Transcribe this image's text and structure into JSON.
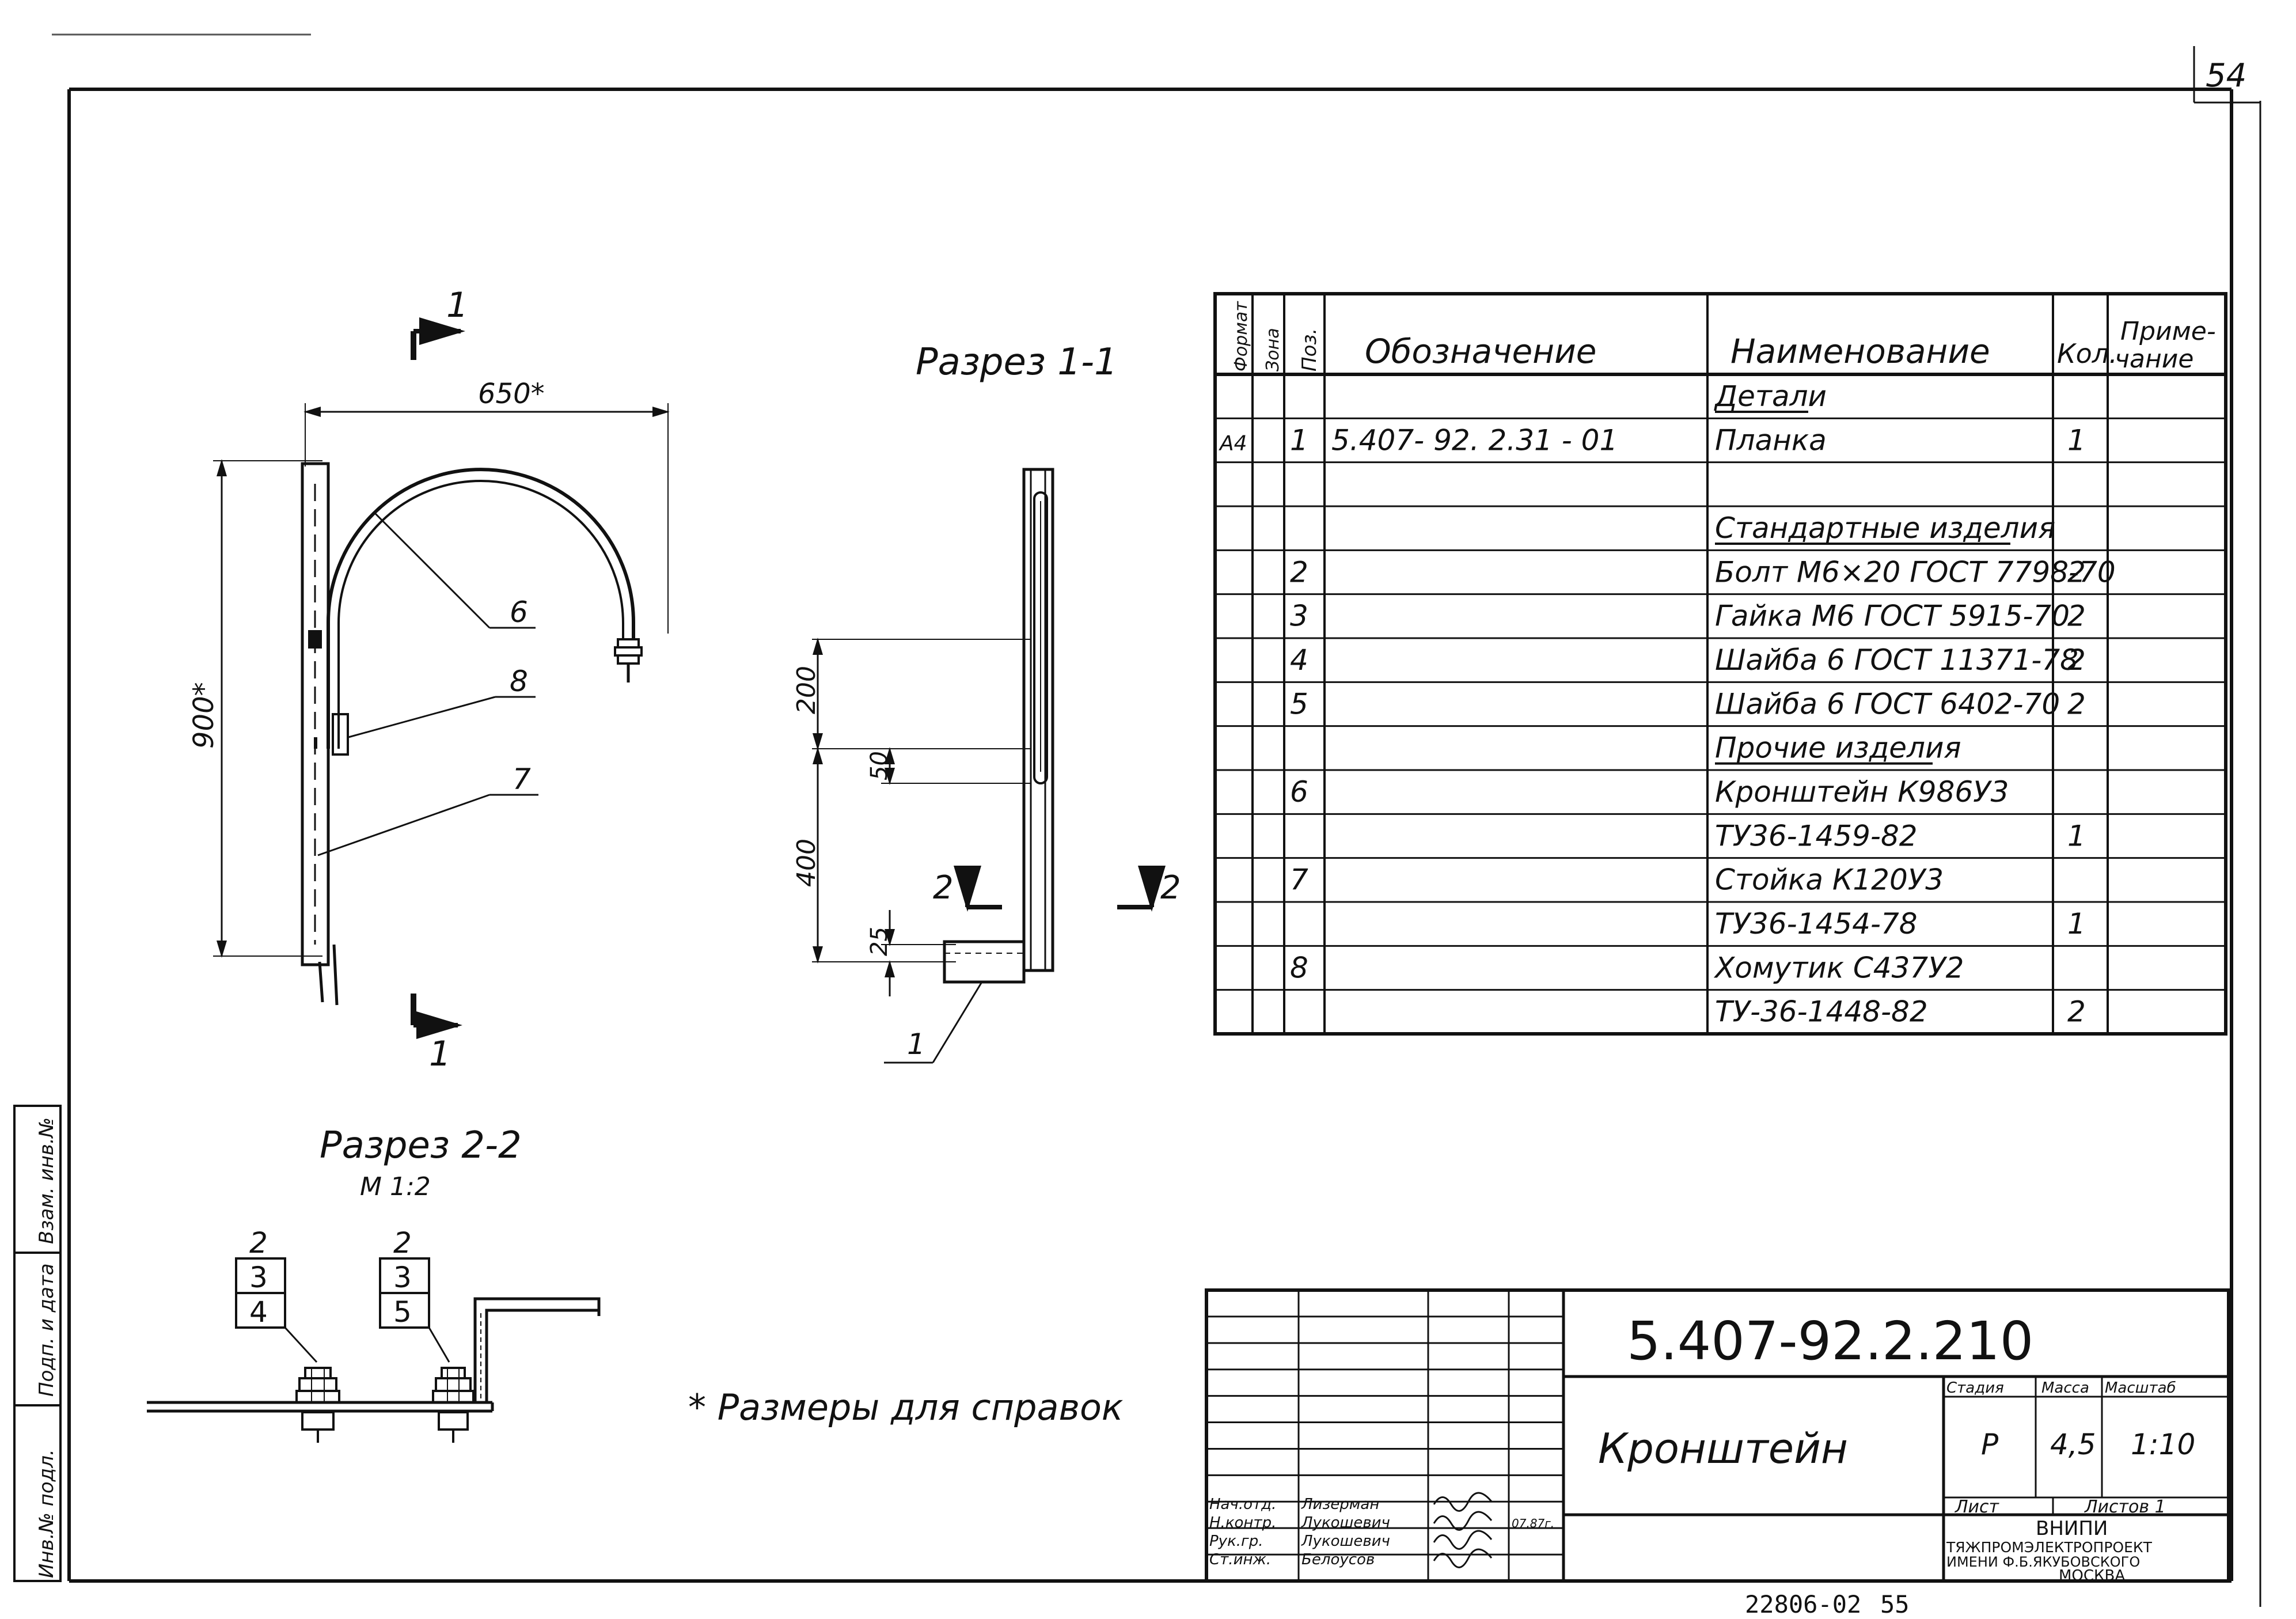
{
  "sheet": {
    "page_number": "54",
    "archive_number": "22806-02",
    "archive_copy": "55"
  },
  "side_labels": [
    "Инв.№ подл.",
    "Подп. и дата",
    "Взам. инв.№"
  ],
  "views": {
    "main": {
      "section_mark": "1",
      "dim_width": "650*",
      "dim_height": "900*",
      "callouts": [
        "6",
        "8",
        "7"
      ]
    },
    "section_1_1": {
      "title": "Разрез 1-1",
      "dims": [
        "200",
        "50",
        "400",
        "25"
      ],
      "section_mark": "2",
      "callout": "1"
    },
    "section_2_2": {
      "title": "Разрез 2-2",
      "scale": "М 1:2",
      "stack_left": [
        "2",
        "3",
        "4"
      ],
      "stack_right": [
        "2",
        "3",
        "5"
      ]
    }
  },
  "note": "* Размеры для справок",
  "spec_table": {
    "headers": [
      "Формат",
      "Зона",
      "Поз.",
      "Обозначение",
      "Наименование",
      "Кол.",
      "Приме-\nчание"
    ],
    "rows": [
      {
        "fmt": "",
        "zone": "",
        "pos": "",
        "designation": "",
        "name": "Детали",
        "qty": "",
        "note": "",
        "section": true
      },
      {
        "fmt": "А4",
        "zone": "",
        "pos": "1",
        "designation": "5.407- 92. 2.31 - 01",
        "name": "Планка",
        "qty": "1",
        "note": ""
      },
      {
        "fmt": "",
        "zone": "",
        "pos": "",
        "designation": "",
        "name": "",
        "qty": "",
        "note": ""
      },
      {
        "fmt": "",
        "zone": "",
        "pos": "",
        "designation": "",
        "name": "Стандартные изделия",
        "qty": "",
        "note": "",
        "section": true
      },
      {
        "fmt": "",
        "zone": "",
        "pos": "2",
        "designation": "",
        "name": "Болт М6×20 ГОСТ 7798-70",
        "qty": "2",
        "note": ""
      },
      {
        "fmt": "",
        "zone": "",
        "pos": "3",
        "designation": "",
        "name": "Гайка М6 ГОСТ 5915-70",
        "qty": "2",
        "note": ""
      },
      {
        "fmt": "",
        "zone": "",
        "pos": "4",
        "designation": "",
        "name": "Шайба 6 ГОСТ 11371-78",
        "qty": "2",
        "note": ""
      },
      {
        "fmt": "",
        "zone": "",
        "pos": "5",
        "designation": "",
        "name": "Шайба 6 ГОСТ 6402-70",
        "qty": "2",
        "note": ""
      },
      {
        "fmt": "",
        "zone": "",
        "pos": "",
        "designation": "",
        "name": "Прочие изделия",
        "qty": "",
        "note": "",
        "section": true
      },
      {
        "fmt": "",
        "zone": "",
        "pos": "6",
        "designation": "",
        "name": "Кронштейн К986У3",
        "qty": "",
        "note": ""
      },
      {
        "fmt": "",
        "zone": "",
        "pos": "",
        "designation": "",
        "name": "ТУ36-1459-82",
        "qty": "1",
        "note": ""
      },
      {
        "fmt": "",
        "zone": "",
        "pos": "7",
        "designation": "",
        "name": "Стойка К120У3",
        "qty": "",
        "note": ""
      },
      {
        "fmt": "",
        "zone": "",
        "pos": "",
        "designation": "",
        "name": "ТУ36-1454-78",
        "qty": "1",
        "note": ""
      },
      {
        "fmt": "",
        "zone": "",
        "pos": "8",
        "designation": "",
        "name": "Хомутик С437У2",
        "qty": "",
        "note": ""
      },
      {
        "fmt": "",
        "zone": "",
        "pos": "",
        "designation": "",
        "name": "ТУ-36-1448-82",
        "qty": "2",
        "note": ""
      }
    ]
  },
  "title_block": {
    "document_code": "5.407-92.2.210",
    "title": "Кронштейн",
    "stage_header": "Стадия",
    "mass_header": "Масса",
    "scale_header": "Масштаб",
    "stage": "Р",
    "mass": "4,5",
    "scale": "1:10",
    "sheet_label": "Лист",
    "sheets_label": "Листов 1",
    "organization": [
      "ВНИПИ",
      "ТЯЖПРОМЭЛЕКТРОПРОЕКТ",
      "ИМЕНИ Ф.Б.ЯКУБОВСКОГО",
      "МОСКВА"
    ],
    "signatures": [
      {
        "role": "Нач.отд.",
        "name": "Лизерман"
      },
      {
        "role": "Н.контр.",
        "name": "Лукошевич",
        "date": "07.87г."
      },
      {
        "role": "Рук.гр.",
        "name": "Лукошевич"
      },
      {
        "role": "Ст.инж.",
        "name": "Белоусов"
      }
    ]
  }
}
